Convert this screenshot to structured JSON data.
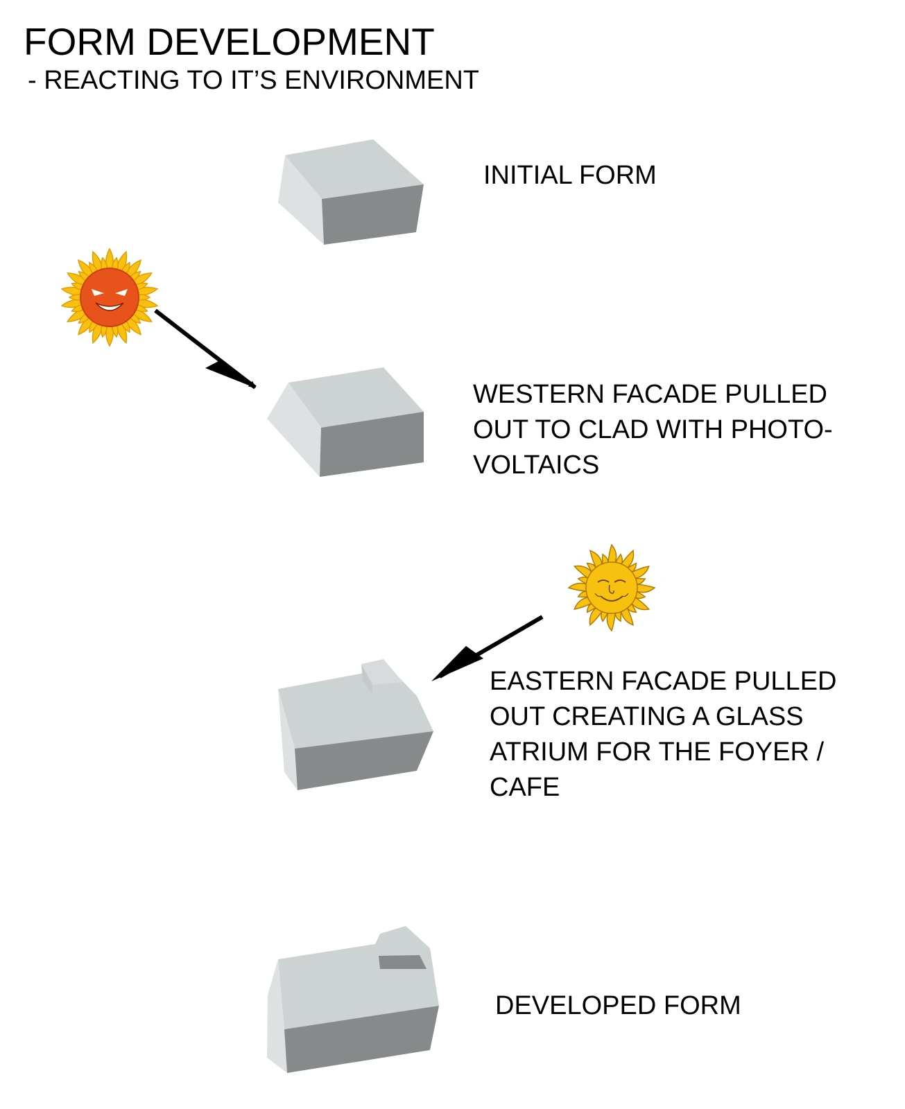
{
  "header": {
    "title": "FORM DEVELOPMENT",
    "subtitle": " - REACTING TO IT’S ENVIRONMENT"
  },
  "steps": [
    {
      "lines": [
        "INITIAL FORM"
      ]
    },
    {
      "lines": [
        "WESTERN FACADE PULLED",
        "OUT TO CLAD WITH PHOTO-",
        "VOLTAICS"
      ]
    },
    {
      "lines": [
        "EASTERN FACADE PULLED",
        "OUT CREATING A GLASS",
        "ATRIUM FOR THE FOYER /",
        "CAFE"
      ]
    },
    {
      "lines": [
        "DEVELOPED FORM"
      ]
    }
  ],
  "colors": {
    "block_top": "#cdd2d2",
    "block_left": "#dde1e1",
    "block_front": "#868a8b",
    "sun_rays": "#f9c10f",
    "angry_sun_face": "#e8531b",
    "arrow": "#000000"
  },
  "icons": [
    "angry-sun-icon",
    "smiling-sun-icon",
    "arrow-icon"
  ]
}
